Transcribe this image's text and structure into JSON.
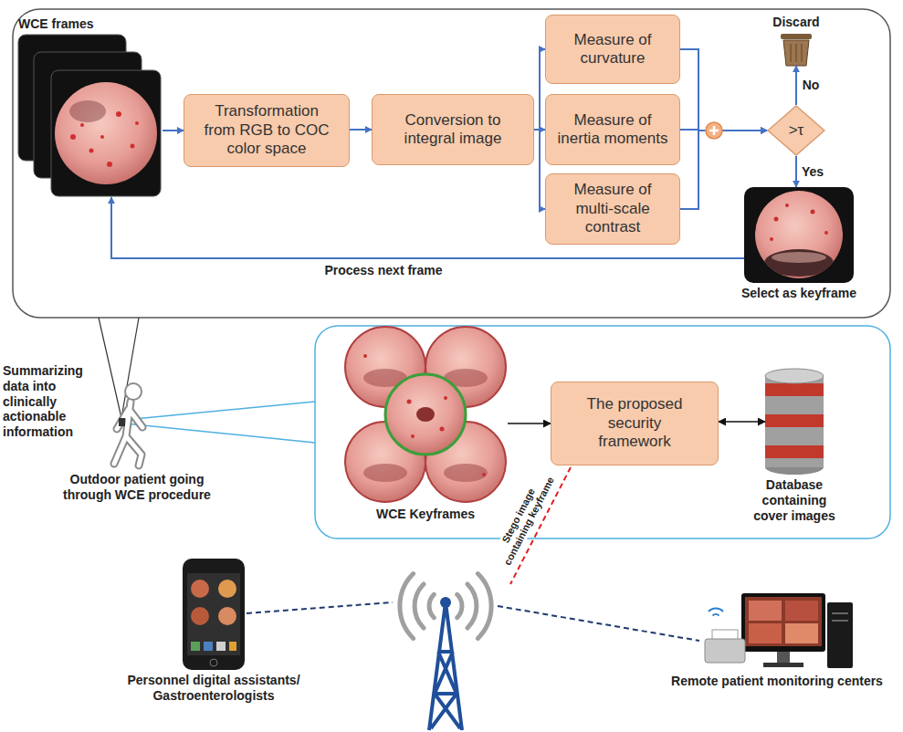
{
  "diagram": {
    "nodes": [
      {
        "text": [
          "WCE frames"
        ]
      },
      {
        "text": [
          "Transformation from RGB to COC color space"
        ]
      },
      {
        "text": [
          "Conversion to integral image"
        ]
      },
      {
        "text": [
          "Measure of curvature"
        ]
      },
      {
        "text": [
          "Measure of inertia moments"
        ]
      },
      {
        "text": [
          "Measure of multi-scale contrast"
        ]
      },
      {
        "text": [
          ">τ"
        ]
      },
      {
        "text": [
          "Discard"
        ]
      },
      {
        "text": [
          "Select as keyframe"
        ]
      },
      {
        "text": [
          "WCE Keyframes"
        ]
      },
      {
        "text": [
          "The proposed security framework"
        ]
      },
      {
        "text": [
          "Database containing cover images"
        ]
      },
      {
        "text": [
          "Personnel digital assistants/ Gastroenterologists"
        ]
      },
      {
        "text": [
          "Remote patient monitoring centers"
        ]
      }
    ],
    "edges": [
      {
        "from": 0,
        "to": 1,
        "arrow": "to"
      },
      {
        "from": 1,
        "to": 2,
        "arrow": "to"
      },
      {
        "from": 2,
        "to": 3,
        "arrow": "to"
      },
      {
        "from": 2,
        "to": 4,
        "arrow": "to"
      },
      {
        "from": 2,
        "to": 5,
        "arrow": "to"
      },
      {
        "from": 3,
        "to": 6,
        "arrow": "to"
      },
      {
        "from": 4,
        "to": 6,
        "arrow": "to"
      },
      {
        "from": 5,
        "to": 6,
        "arrow": "to"
      },
      {
        "from": 6,
        "to": 7,
        "label": "No",
        "arrow": "to"
      },
      {
        "from": 6,
        "to": 8,
        "label": "Yes",
        "arrow": "to"
      },
      {
        "from": 8,
        "to": 0,
        "label": "Process next frame",
        "arrow": "to"
      },
      {
        "from": 9,
        "to": 10,
        "arrow": "to"
      },
      {
        "from": 10,
        "to": 11,
        "arrow": "both"
      }
    ],
    "labels": [
      "Summarizing data into clinically actionable information",
      "Outdoor patient going through WCE procedure",
      "Stego image containing keyframe"
    ]
  }
}
